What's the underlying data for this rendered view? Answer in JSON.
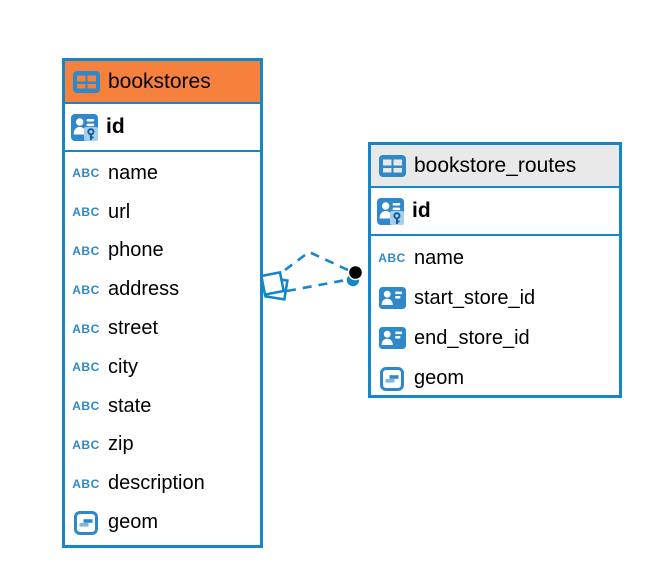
{
  "diagram": {
    "tables": [
      {
        "name": "bookstores",
        "primary_key": {
          "name": "id",
          "type_icon": "primary-key"
        },
        "columns": [
          {
            "name": "name",
            "type_icon": "text"
          },
          {
            "name": "url",
            "type_icon": "text"
          },
          {
            "name": "phone",
            "type_icon": "text"
          },
          {
            "name": "address",
            "type_icon": "text"
          },
          {
            "name": "street",
            "type_icon": "text"
          },
          {
            "name": "city",
            "type_icon": "text"
          },
          {
            "name": "state",
            "type_icon": "text"
          },
          {
            "name": "zip",
            "type_icon": "text"
          },
          {
            "name": "description",
            "type_icon": "text"
          },
          {
            "name": "geom",
            "type_icon": "geometry"
          }
        ]
      },
      {
        "name": "bookstore_routes",
        "primary_key": {
          "name": "id",
          "type_icon": "primary-key"
        },
        "columns": [
          {
            "name": "name",
            "type_icon": "text"
          },
          {
            "name": "start_store_id",
            "type_icon": "foreign-key"
          },
          {
            "name": "end_store_id",
            "type_icon": "foreign-key"
          },
          {
            "name": "geom",
            "type_icon": "geometry"
          }
        ]
      }
    ],
    "relationships": [
      {
        "from": "bookstore_routes.start_store_id",
        "to": "bookstores.id",
        "line_style": "dashed"
      },
      {
        "from": "bookstore_routes.end_store_id",
        "to": "bookstores.id",
        "line_style": "dashed"
      }
    ],
    "icons": {
      "text_type_label": "ABC"
    },
    "colors": {
      "accent_blue": "#1587C8",
      "icon_blue": "#2E88C9",
      "bookstores_header": "#F5813D",
      "routes_header": "#E9E9E9",
      "text": "#000000"
    }
  }
}
